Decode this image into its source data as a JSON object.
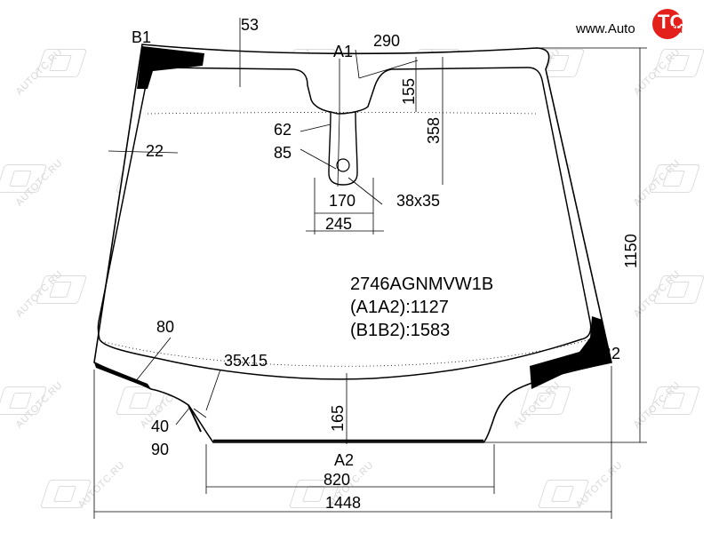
{
  "watermark": {
    "text": "AUTOTC.RU",
    "logo_icon": "autotc-logo-icon"
  },
  "brand": {
    "prefix": "www.Auto",
    "mark": "TC",
    "suffix": ".ru",
    "accent": "#e3201b"
  },
  "diagram": {
    "part_code": "2746AGNMVW1B",
    "a_distance": "(A1A2):1127",
    "b_distance": "(B1B2):1583",
    "points": {
      "b1": "B1",
      "b2": "B2",
      "a1": "A1",
      "a2": "A2"
    },
    "dimensions": {
      "d53": "53",
      "d290": "290",
      "d155": "155",
      "d358": "358",
      "d62": "62",
      "d85": "85",
      "d22": "22",
      "d170": "170",
      "d38x35": "38x35",
      "d245": "245",
      "d1150": "1150",
      "d80": "80",
      "d35x15": "35x15",
      "d165": "165",
      "d40": "40",
      "d90": "90",
      "d820": "820",
      "d1448": "1448"
    }
  }
}
